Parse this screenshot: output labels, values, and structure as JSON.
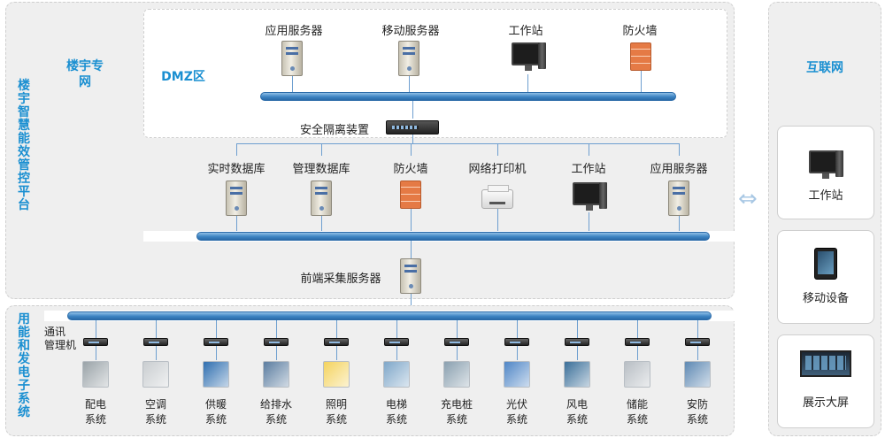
{
  "platform": {
    "title": "楼宇智慧能效管控平台",
    "network_label": "楼宇专网",
    "dmz_label": "DMZ区"
  },
  "dmz_devices": [
    {
      "label": "应用服务器",
      "icon": "server-icon"
    },
    {
      "label": "移动服务器",
      "icon": "server-icon"
    },
    {
      "label": "工作站",
      "icon": "workstation-icon"
    },
    {
      "label": "防火墙",
      "icon": "firewall-icon"
    }
  ],
  "isolation_device": {
    "label": "安全隔离装置",
    "icon": "isolation-device-icon"
  },
  "private_devices": [
    {
      "label": "实时数据库",
      "icon": "server-icon"
    },
    {
      "label": "管理数据库",
      "icon": "server-icon"
    },
    {
      "label": "防火墙",
      "icon": "firewall-icon"
    },
    {
      "label": "网络打印机",
      "icon": "printer-icon"
    },
    {
      "label": "工作站",
      "icon": "workstation-icon"
    },
    {
      "label": "应用服务器",
      "icon": "server-icon"
    }
  ],
  "front_server": {
    "label": "前端采集服务器",
    "icon": "server-icon"
  },
  "subsystem_section": {
    "title": "用能和发电子系统",
    "comm_manager_label": "通讯\n管理机"
  },
  "subsystems": [
    {
      "line1": "配电",
      "line2": "系统",
      "color": "#9aa3a8"
    },
    {
      "line1": "空调",
      "line2": "系统",
      "color": "#c9cdd0"
    },
    {
      "line1": "供暖",
      "line2": "系统",
      "color": "#2f6fb0"
    },
    {
      "line1": "给排水",
      "line2": "系统",
      "color": "#5b7da0"
    },
    {
      "line1": "照明",
      "line2": "系统",
      "color": "#f4d35e"
    },
    {
      "line1": "电梯",
      "line2": "系统",
      "color": "#7fa7c9"
    },
    {
      "line1": "充电桩",
      "line2": "系统",
      "color": "#8aa0b0"
    },
    {
      "line1": "光伏",
      "line2": "系统",
      "color": "#4f86c6"
    },
    {
      "line1": "风电",
      "line2": "系统",
      "color": "#3a6f99"
    },
    {
      "line1": "储能",
      "line2": "系统",
      "color": "#b8bec4"
    },
    {
      "line1": "安防",
      "line2": "系统",
      "color": "#5e89b3"
    }
  ],
  "internet": {
    "title": "互联网",
    "items": [
      {
        "label": "工作站",
        "icon": "workstation-icon"
      },
      {
        "label": "移动设备",
        "icon": "tablet-icon"
      },
      {
        "label": "展示大屏",
        "icon": "display-screen-icon"
      }
    ]
  },
  "colors": {
    "accent": "#1a8fd1",
    "bus": "#3d84c2"
  }
}
